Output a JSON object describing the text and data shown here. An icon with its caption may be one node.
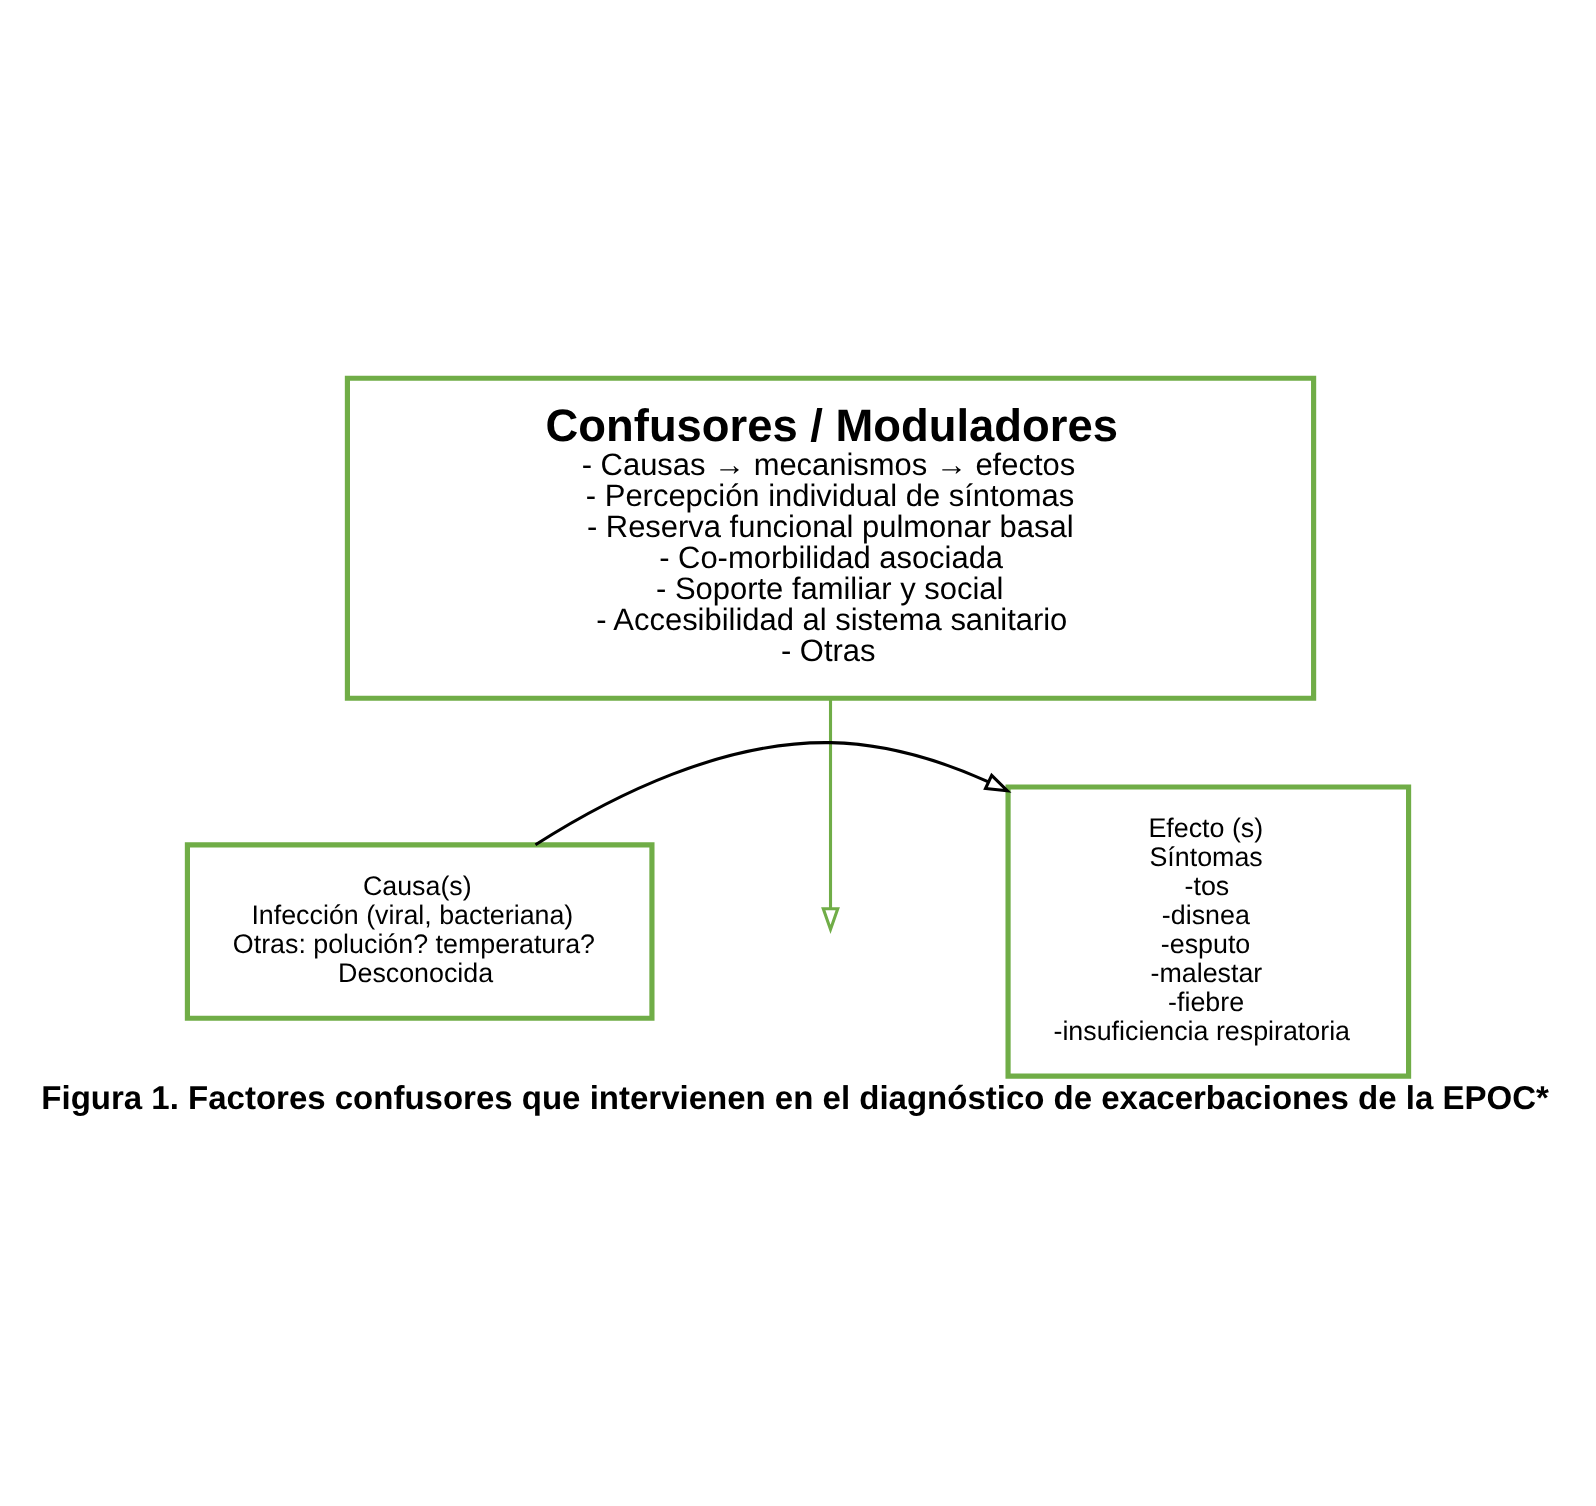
{
  "diagram": {
    "caption": "Figura 1. Factores confusores que intervienen en el diagnóstico de exacerbaciones de la EPOC*",
    "nodes": [
      {
        "text": [
          "Confusores / Moduladores",
          "- Causas → mecanismos → efectos",
          "- Percepción individual de síntomas",
          "- Reserva funcional pulmonar basal",
          "- Co-morbilidad asociada",
          "- Soporte familiar y social",
          "- Accesibilidad al sistema sanitario",
          "- Otras"
        ]
      },
      {
        "text": [
          "Causa(s)",
          "Infección (viral, bacteriana)",
          "Otras: polución? temperatura?",
          "Desconocida"
        ]
      },
      {
        "text": [
          "Efecto (s)",
          "Síntomas",
          "-tos",
          "-disnea",
          "-esputo",
          "-malestar",
          "-fiebre",
          "-insuficiencia respiratoria"
        ]
      }
    ],
    "edges": [
      {
        "from": 0,
        "to": null,
        "arrow": "to",
        "color": "#70ad47"
      },
      {
        "from": 1,
        "to": 2,
        "arrow": "to",
        "color": "#000000"
      }
    ]
  }
}
